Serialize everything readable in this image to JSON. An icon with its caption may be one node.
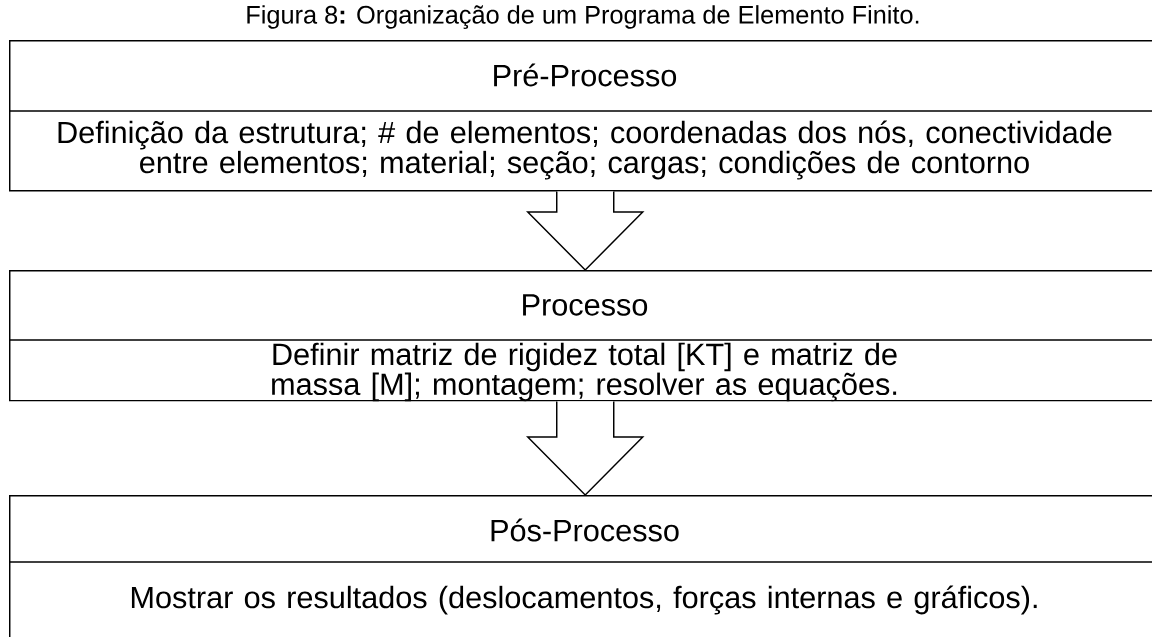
{
  "diagram": {
    "title": "Figura 8**:** Organização de um Programa de Elemento Finito.",
    "nodes": [
      {
        "text": [
          "Pré-Processo",
          "Definição da estrutura; # de elementos; coordenadas dos nós, conectividade entre elementos; material; seção; cargas; condições de contorno"
        ]
      },
      {
        "text": [
          "Processo",
          "Definir matriz de rigidez total [KT] e matriz de massa [M]; montagem; resolver as equações."
        ]
      },
      {
        "text": [
          "Pós-Processo",
          "Mostrar os resultados (deslocamentos, forças internas e gráficos)."
        ]
      }
    ],
    "edges": [
      {
        "from": 0,
        "to": 1,
        "arrow": "to"
      },
      {
        "from": 1,
        "to": 2,
        "arrow": "to"
      }
    ]
  }
}
